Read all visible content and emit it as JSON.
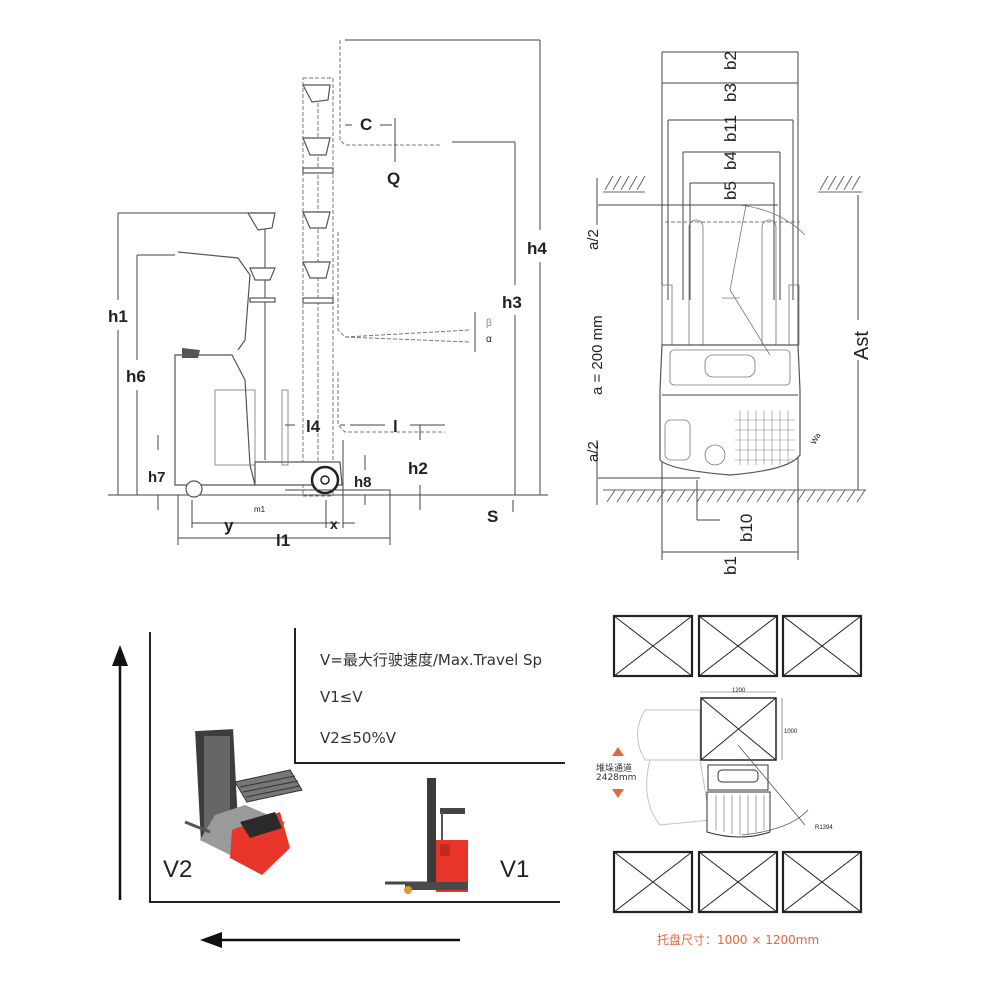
{
  "side_view": {
    "labels": {
      "C": "C",
      "Q": "Q",
      "h1": "h1",
      "h2": "h2",
      "h3": "h3",
      "h4": "h4",
      "h6": "h6",
      "h7": "h7",
      "h8": "h8",
      "l": "l",
      "l1": "l1",
      "l4": "l4",
      "y": "y",
      "x": "x",
      "S": "S",
      "m1": "m1",
      "alpha": "α",
      "beta": "β"
    }
  },
  "top_view": {
    "labels": {
      "b1": "b1",
      "b2": "b2",
      "b3": "b3",
      "b4": "b4",
      "b5": "b5",
      "b10": "b10",
      "b11": "b11",
      "Ast": "Ast",
      "a_half_top": "a/2",
      "a_half_bottom": "a/2",
      "a_value": "a = 200 mm",
      "wa": "Wa"
    }
  },
  "speed_panel": {
    "line1": "V=最大行驶速度/Max.Travel Sp",
    "line2": "V1≤V",
    "line3": "V2≤50%V",
    "label_v1": "V1",
    "label_v2": "V2"
  },
  "aisle_panel": {
    "aisle_label": "堆垛通道",
    "aisle_width": "2428mm",
    "dim_width": "1200",
    "dim_depth": "1000",
    "radius": "R1394",
    "pallet_caption": "托盘尺寸：1000 × 1200mm",
    "accent_color": "#e8643c"
  }
}
